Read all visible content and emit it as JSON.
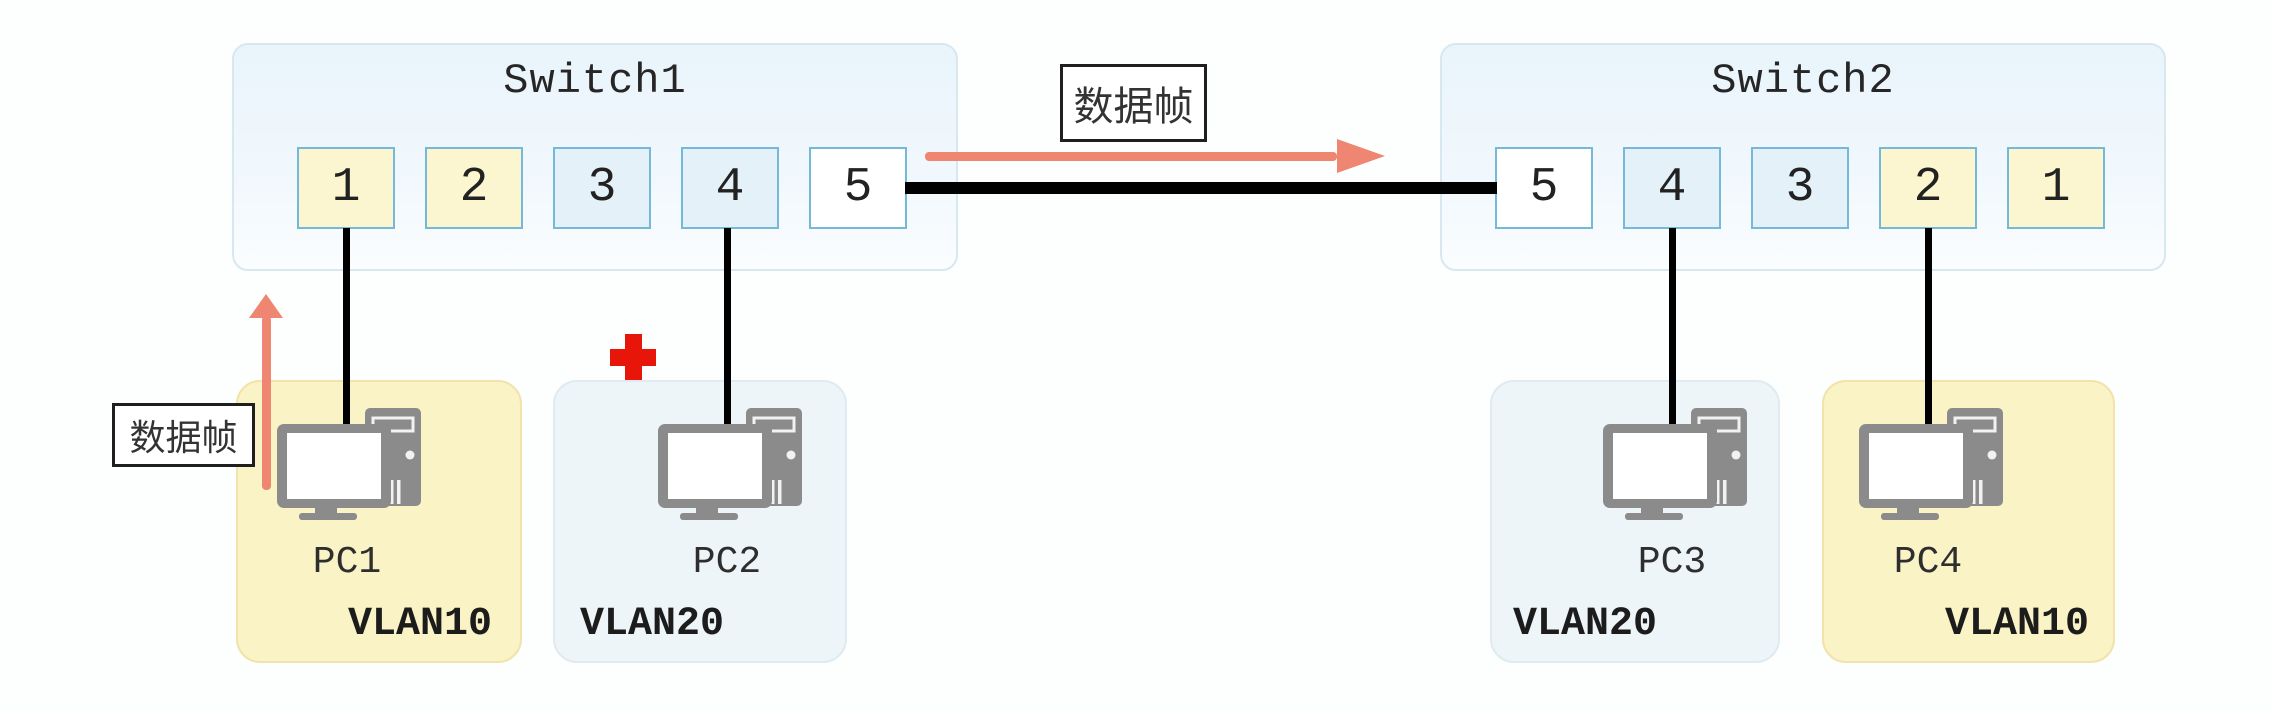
{
  "switches": [
    {
      "name": "Switch1",
      "ports": [
        {
          "label": "1",
          "color": "yellow"
        },
        {
          "label": "2",
          "color": "yellow"
        },
        {
          "label": "3",
          "color": "blue"
        },
        {
          "label": "4",
          "color": "blue"
        },
        {
          "label": "5",
          "color": "white"
        }
      ]
    },
    {
      "name": "Switch2",
      "ports": [
        {
          "label": "5",
          "color": "white"
        },
        {
          "label": "4",
          "color": "blue"
        },
        {
          "label": "3",
          "color": "blue"
        },
        {
          "label": "2",
          "color": "yellow"
        },
        {
          "label": "1",
          "color": "yellow"
        }
      ]
    }
  ],
  "pcs": [
    {
      "name": "PC1",
      "vlan": "VLAN10",
      "vlan_color": "yellow",
      "connected_port": "Switch1 port 1"
    },
    {
      "name": "PC2",
      "vlan": "VLAN20",
      "vlan_color": "blue",
      "connected_port": "Switch1 port 4"
    },
    {
      "name": "PC3",
      "vlan": "VLAN20",
      "vlan_color": "blue",
      "connected_port": "Switch2 port 4"
    },
    {
      "name": "PC4",
      "vlan": "VLAN10",
      "vlan_color": "yellow",
      "connected_port": "Switch2 port 2"
    }
  ],
  "annotations": {
    "top_frame_label": "数据帧",
    "left_frame_label": "数据帧"
  },
  "icons": {
    "pc": "desktop-computer-icon",
    "blocked": "red-cross-icon",
    "flow_right": "right-arrow",
    "flow_up": "up-arrow"
  },
  "colors": {
    "vlan10_fill": "#faf3c6",
    "vlan20_fill": "#edf5f8",
    "port_yellow": "#fbf6cf",
    "port_blue": "#e4f1f9",
    "port_white": "#ffffff",
    "port_border": "#74b8da",
    "switch_fill": "#e9f4fb",
    "flow_arrow": "#ef8672",
    "blocked_red": "#e8150b",
    "link": "#000000"
  }
}
